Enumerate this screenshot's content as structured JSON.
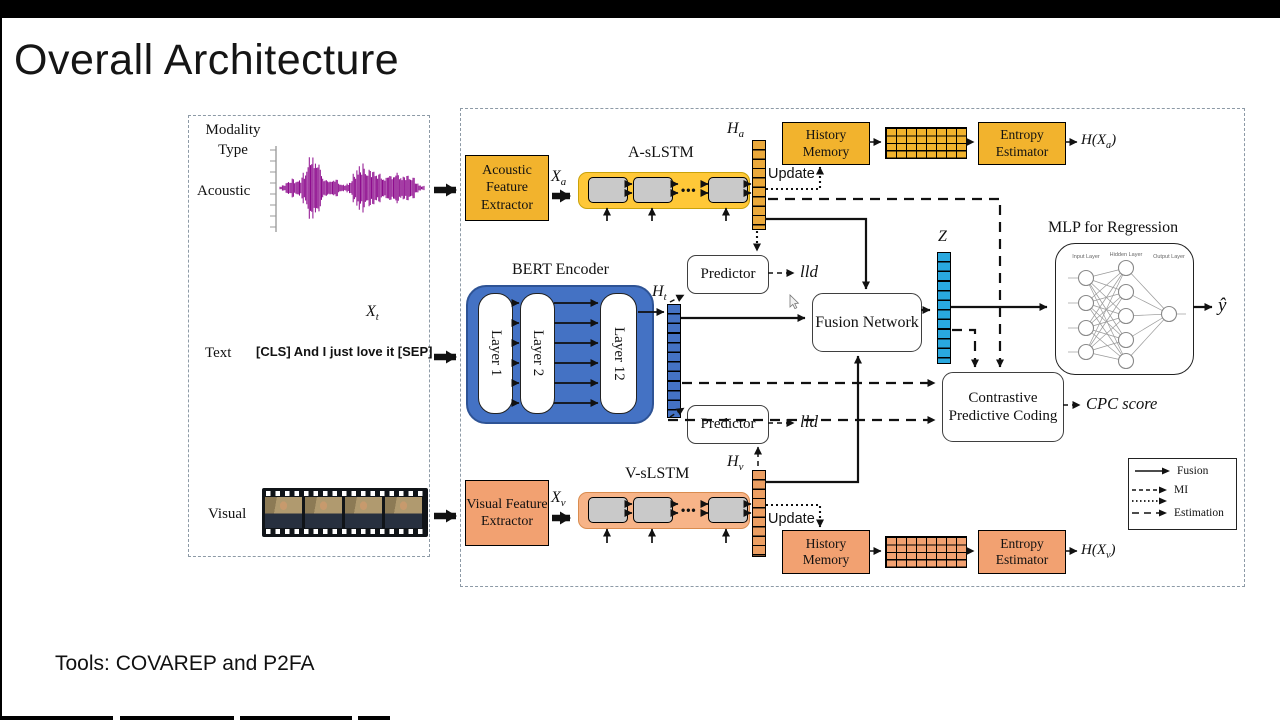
{
  "title": "Overall Architecture",
  "footer": "Tools: COVAREP and P2FA",
  "panel": {
    "header": "Modality Type",
    "acoustic_label": "Acoustic",
    "text_label": "Text",
    "visual_label": "Visual",
    "text_input": "[CLS] And I just love it [SEP]",
    "xt_base": "X",
    "xt_sub": "t"
  },
  "acoustic": {
    "extractor": "Acoustic Feature Extractor",
    "x_base": "X",
    "x_sub": "a",
    "lstm": "A-sLSTM",
    "h_base": "H",
    "h_sub": "a",
    "update": "Update",
    "history": "History Memory",
    "entropy": "Entropy Estimator",
    "out_pre": "H(X",
    "out_sub": "a",
    "out_post": ")"
  },
  "text": {
    "encoder": "BERT Encoder",
    "layer1": "Layer 1",
    "layer2": "Layer 2",
    "layer12": "Layer 12",
    "h_base": "H",
    "h_sub": "t"
  },
  "visual": {
    "extractor": "Visual Feature Extractor",
    "x_base": "X",
    "x_sub": "v",
    "lstm": "V-sLSTM",
    "h_base": "H",
    "h_sub": "v",
    "update": "Update",
    "history": "History Memory",
    "entropy": "Entropy Estimator",
    "out_pre": "H(X",
    "out_sub": "v",
    "out_post": ")"
  },
  "predictor_upper": {
    "label": "Predictor",
    "out": "lld"
  },
  "predictor_lower": {
    "label": "Predictor",
    "out": "lld"
  },
  "fusion": {
    "label": "Fusion Network"
  },
  "z_symbol": "Z",
  "mlp": {
    "title": "MLP for Regression",
    "input": "Input Layer",
    "hidden": "Hidden Layer",
    "output": "Output Layer",
    "yhat": "ŷ"
  },
  "cpc": {
    "label": "Contrastive Predictive Coding",
    "out": "CPC score"
  },
  "legend": {
    "fusion": "Fusion",
    "mi": "MI",
    "estimation": "Estimation"
  },
  "misc": {
    "dots": "•••"
  },
  "colors": {
    "gold_box": "#F2B32D",
    "gold_container": "#FFC838",
    "gold_column": "#EBA93B",
    "orange_box": "#F2A171",
    "orange_container": "#F7B488",
    "orange_column": "#EC9F63",
    "bert_blue": "#4472C4",
    "z_cyan": "#29A8DF",
    "waveform_purple": "#8E0C8E"
  }
}
